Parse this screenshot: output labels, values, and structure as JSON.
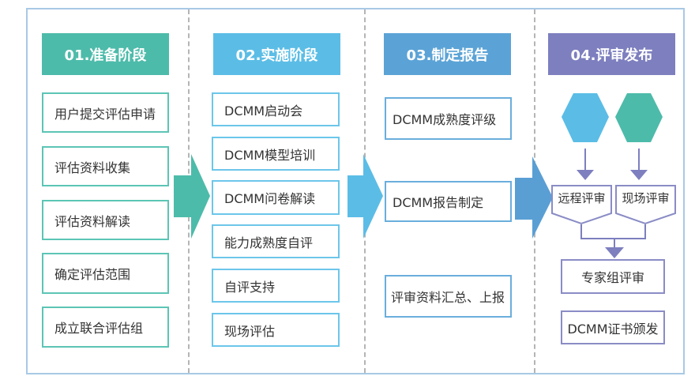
{
  "stages": [
    {
      "title": "01.准备阶段",
      "color": "#4dbbaa",
      "items": [
        "用户提交评估申请",
        "评估资料收集",
        "评估资料解读",
        "确定评估范围",
        "成立联合评估组"
      ]
    },
    {
      "title": "02.实施阶段",
      "color": "#5bbde6",
      "items": [
        "DCMM启动会",
        "DCMM模型培训",
        "DCMM问卷解读",
        "能力成熟度自评",
        "自评支持",
        "现场评估"
      ]
    },
    {
      "title": "03.制定报告",
      "color": "#5ba3d6",
      "items": [
        "DCMM成熟度评级",
        "DCMM报告制定",
        "评审资料汇总、上报"
      ]
    },
    {
      "title": "04.评审发布",
      "color": "#7d7fbf",
      "reviews": [
        "远程评审",
        "现场评审"
      ],
      "expert": "专家组评审",
      "certificate": "DCMM证书颁发"
    }
  ]
}
